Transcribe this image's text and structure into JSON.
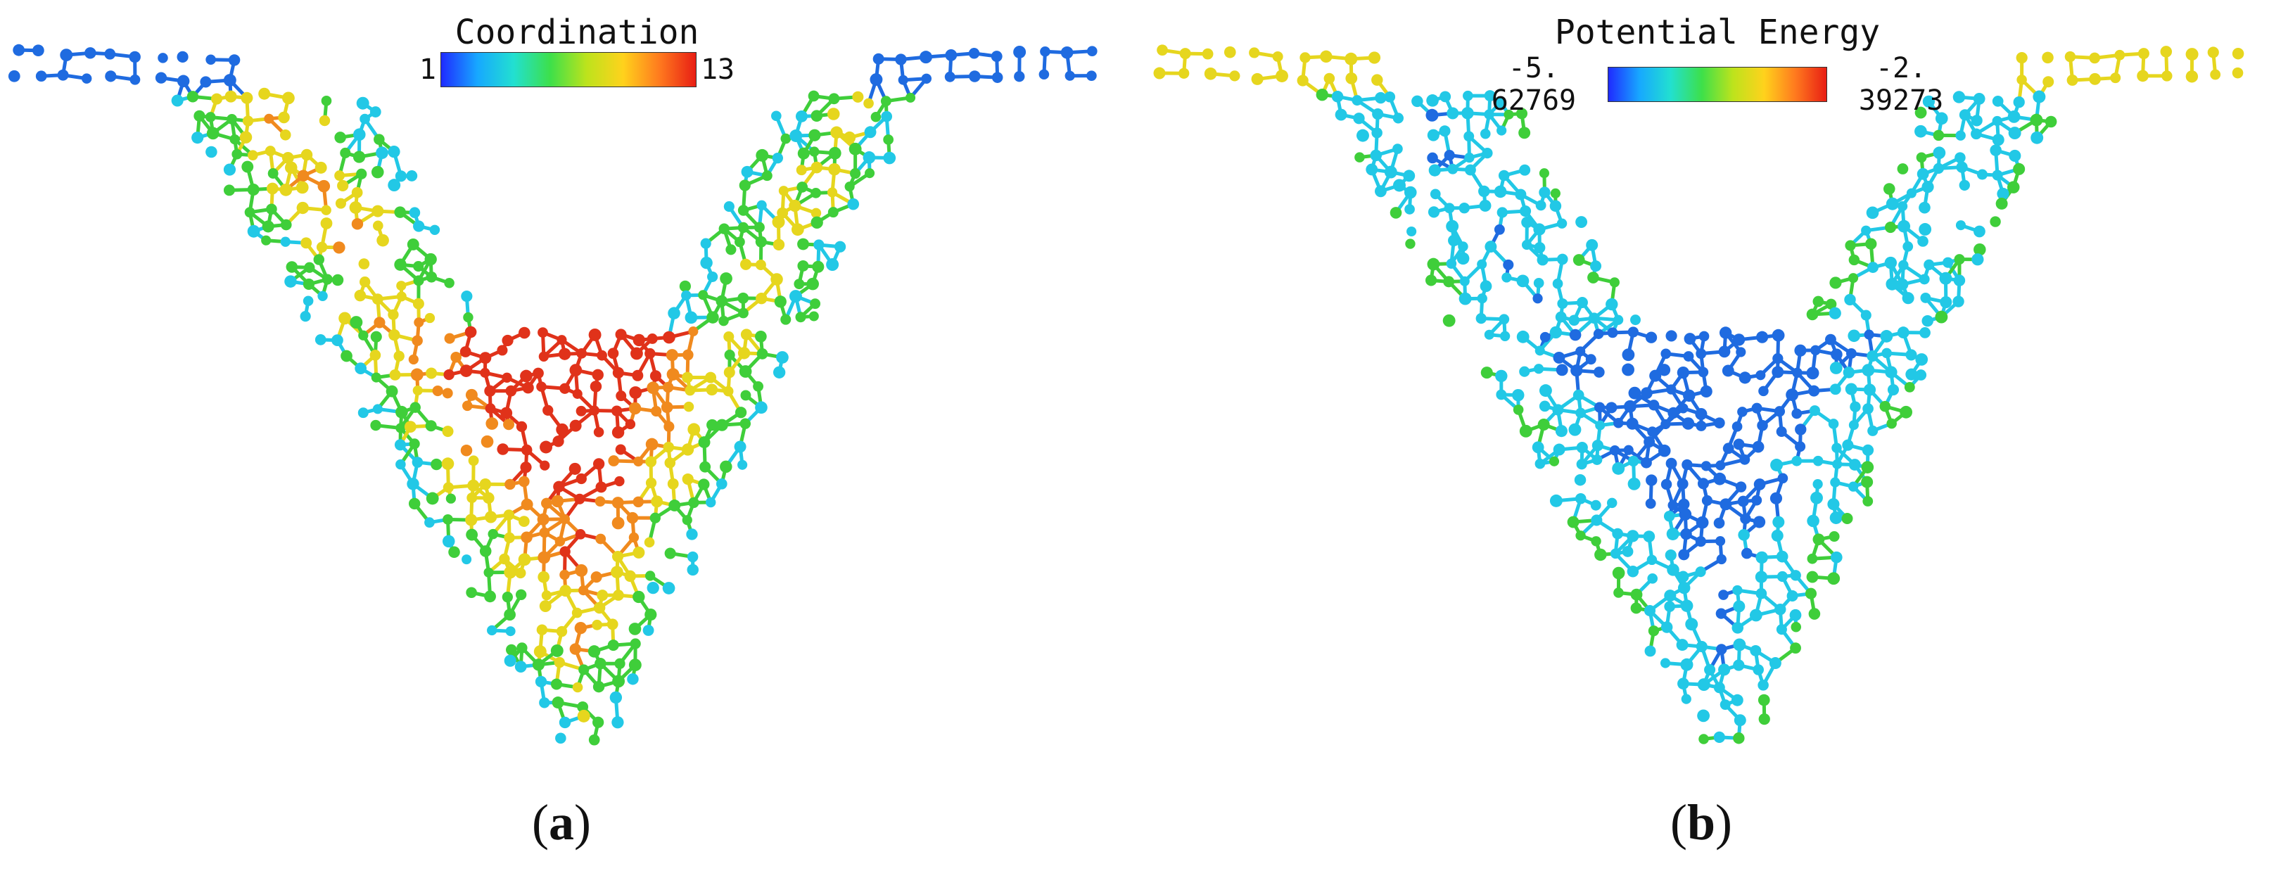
{
  "panels": [
    {
      "id": "a",
      "label_open": "(",
      "label_letter": "a",
      "label_close": ")",
      "legend": {
        "title": "Coordination",
        "min_label": "1",
        "max_label": "13",
        "colormap": [
          "#1f2bff",
          "#17a8ff",
          "#22e0d0",
          "#3de04a",
          "#bde31c",
          "#ffd21c",
          "#ff7a1e",
          "#e81e14"
        ]
      },
      "color_scheme": "edge-blue-green-interior-orange-red"
    },
    {
      "id": "b",
      "label_open": "(",
      "label_letter": "b",
      "label_close": ")",
      "legend": {
        "title": "Potential Energy",
        "min_label": "-5. 62769",
        "max_label": "-2. 39273",
        "colormap": [
          "#1f2bff",
          "#17a8ff",
          "#22e0d0",
          "#3de04a",
          "#bde31c",
          "#ffd21c",
          "#ff7a1e",
          "#e81e14"
        ]
      },
      "color_scheme": "edge-green-interior-blue"
    }
  ],
  "colors": {
    "background": "#ffffff",
    "bond_blue": "#1f6be0",
    "bond_cyan": "#22c8e6",
    "bond_green": "#3fce3a",
    "bond_yellow": "#e6d61e",
    "bond_orange": "#f08a1e",
    "bond_red": "#e0321a"
  }
}
